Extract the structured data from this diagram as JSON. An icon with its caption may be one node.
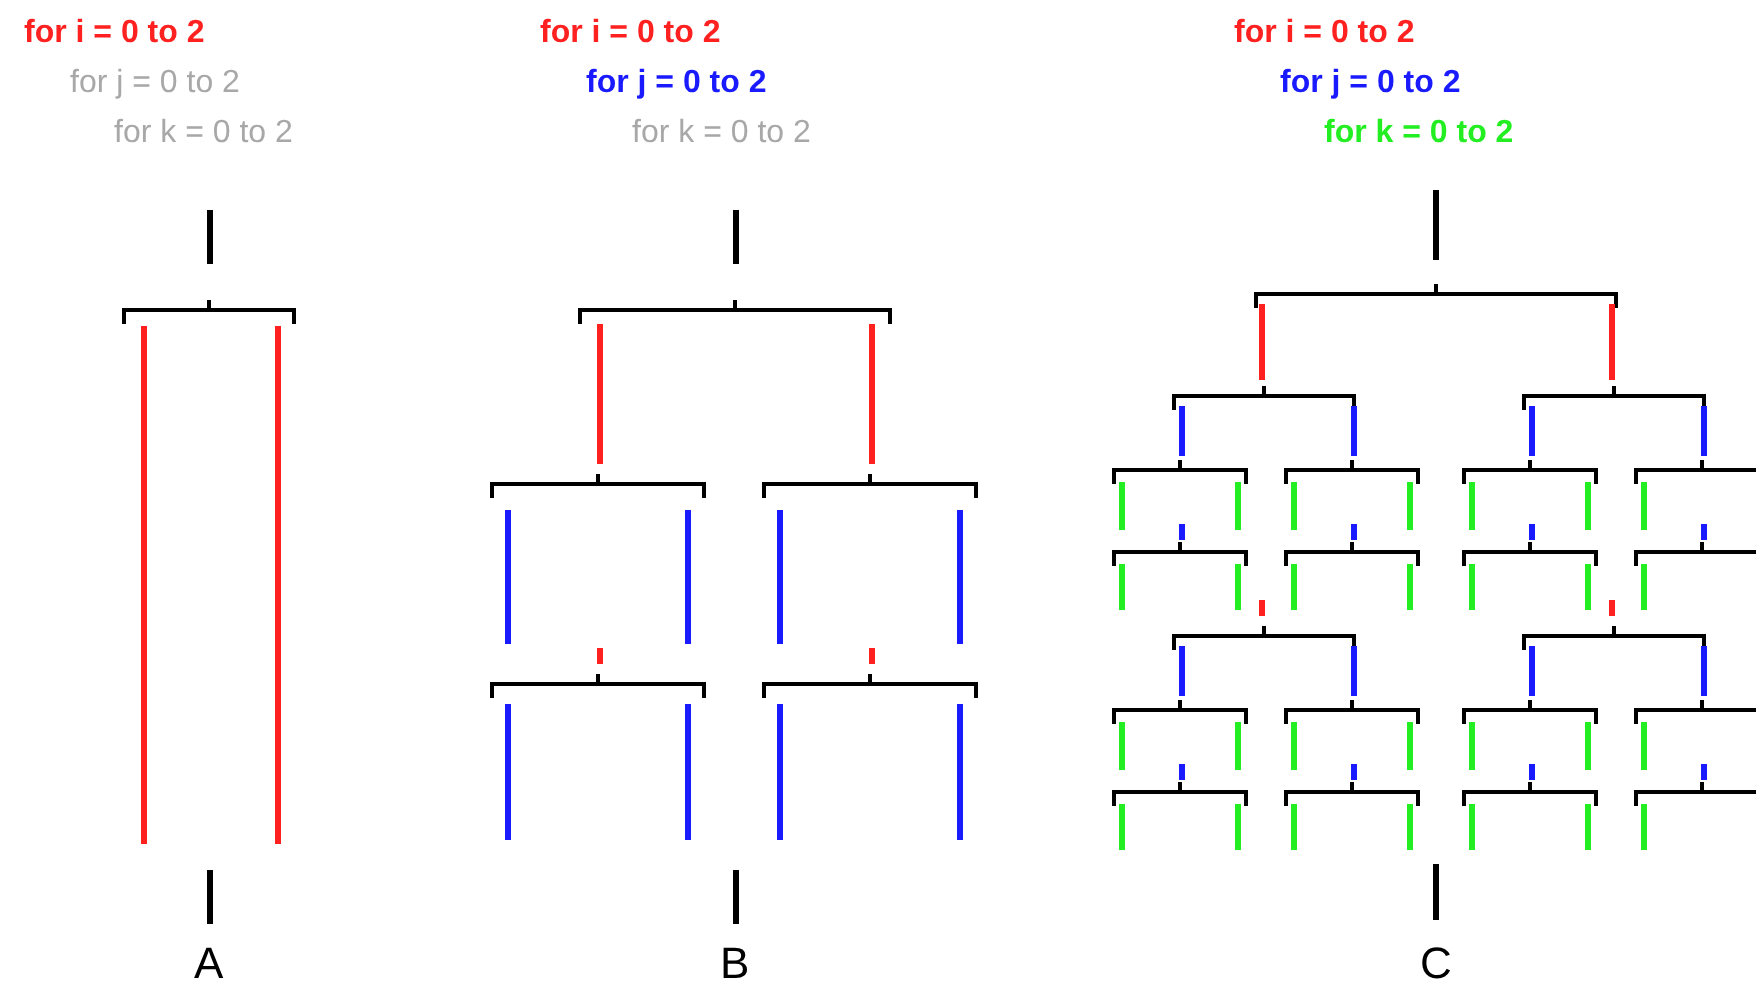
{
  "diagram": {
    "labels": [
      "for i = 0 to 2",
      "for j = 0 to 2",
      "for k = 0 to 2",
      "for i = 0 to 2",
      "for j = 0 to 2",
      "for k = 0 to 2",
      "for i = 0 to 2",
      "for j = 0 to 2",
      "for k = 0 to 2",
      "A",
      "B",
      "C"
    ]
  }
}
